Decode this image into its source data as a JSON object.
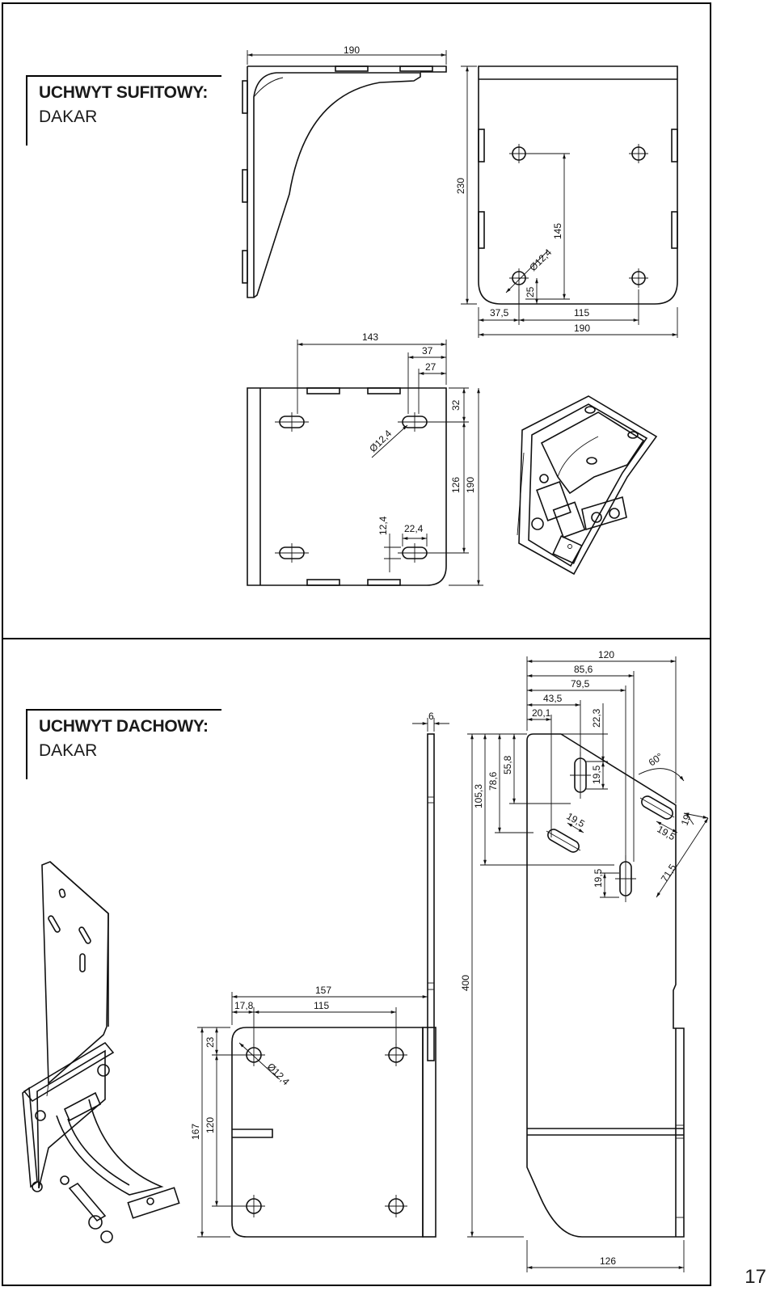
{
  "page_number": "17",
  "sections": {
    "ceiling": {
      "title": "UCHWYT SUFITOWY:",
      "subtitle": "DAKAR"
    },
    "roof": {
      "title": "UCHWYT DACHOWY:",
      "subtitle": "DAKAR"
    }
  },
  "dims": {
    "c_side_width": "190",
    "c_front_height": "230",
    "c_front_hole_spacing_v": "145",
    "c_front_hole_dia": "Ø12,4",
    "c_front_hole_offset_v": "25",
    "c_front_hole_offset_h": "37,5",
    "c_front_hole_spacing_h": "115",
    "c_front_width": "190",
    "c_top_span": "143",
    "c_top_37": "37",
    "c_top_27": "27",
    "c_top_32": "32",
    "c_top_hole_dia": "Ø12,4",
    "c_top_126": "126",
    "c_top_190": "190",
    "c_top_slot_w": "12,4",
    "c_top_slot_len": "22,4",
    "r_flange_t": "6",
    "r_plate_157": "157",
    "r_plate_17_8": "17,8",
    "r_plate_115": "115",
    "r_plate_23": "23",
    "r_plate_hole_dia": "Ø12,4",
    "r_plate_167": "167",
    "r_plate_120": "120",
    "r_height_400": "400",
    "r_105_3": "105,3",
    "r_78_6": "78,6",
    "r_55_8": "55,8",
    "r_120": "120",
    "r_85_6": "85,6",
    "r_79_5": "79,5",
    "r_43_5": "43,5",
    "r_20_1": "20,1",
    "r_22_3": "22,3",
    "r_19_5_a": "19,5",
    "r_60deg": "60°",
    "r_19_5_b": "19,5",
    "r_19_5_c": "19,5",
    "r_19": "19",
    "r_19_5_d": "19,5",
    "r_71_5": "71,5",
    "r_126": "126"
  }
}
